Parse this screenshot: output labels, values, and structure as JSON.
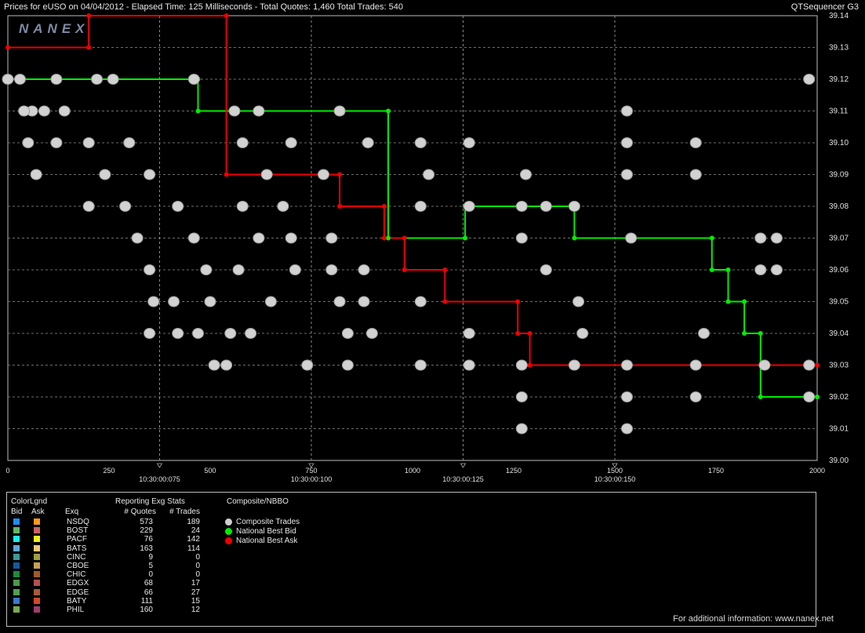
{
  "header": {
    "title": "Prices for  eUSO  on  04/04/2012  -  Elapsed Time: 125 Milliseconds  -  Total Quotes: 1,460  Total Trades: 540",
    "app_name": "QTSequencer G3"
  },
  "watermark": "NANEX",
  "chart_data": {
    "type": "line",
    "title": "",
    "xlabel": "",
    "ylabel": "",
    "xlim": [
      0,
      2000
    ],
    "ylim": [
      39.0,
      39.14
    ],
    "x_ticks": [
      0,
      250,
      500,
      750,
      1000,
      1250,
      1500,
      1750,
      2000
    ],
    "x_tick_labels": [
      "0",
      "250",
      "500",
      "750",
      "1000",
      "1250",
      "1500",
      "1750",
      "2000"
    ],
    "time_ticks": [
      {
        "x": 375,
        "label": "10:30:00:075"
      },
      {
        "x": 750,
        "label": "10:30:00:100"
      },
      {
        "x": 1125,
        "label": "10:30:00:125"
      },
      {
        "x": 1500,
        "label": "10:30:00:150"
      }
    ],
    "y_ticks": [
      39.0,
      39.01,
      39.02,
      39.03,
      39.04,
      39.05,
      39.06,
      39.07,
      39.08,
      39.09,
      39.1,
      39.11,
      39.12,
      39.13,
      39.14
    ],
    "y_tick_labels": [
      "39.00",
      "39.01",
      "39.02",
      "39.03",
      "39.04",
      "39.05",
      "39.06",
      "39.07",
      "39.08",
      "39.09",
      "39.10",
      "39.11",
      "39.12",
      "39.13",
      "39.14"
    ],
    "grid": true,
    "series": [
      {
        "name": "National Best Bid",
        "color": "#00ee00",
        "points": [
          [
            0,
            39.12
          ],
          [
            470,
            39.12
          ],
          [
            470,
            39.11
          ],
          [
            940,
            39.11
          ],
          [
            940,
            39.07
          ],
          [
            1130,
            39.07
          ],
          [
            1130,
            39.08
          ],
          [
            1400,
            39.08
          ],
          [
            1400,
            39.07
          ],
          [
            1740,
            39.07
          ],
          [
            1740,
            39.06
          ],
          [
            1780,
            39.06
          ],
          [
            1780,
            39.05
          ],
          [
            1820,
            39.05
          ],
          [
            1820,
            39.04
          ],
          [
            1860,
            39.04
          ],
          [
            1860,
            39.02
          ],
          [
            2000,
            39.02
          ]
        ]
      },
      {
        "name": "National Best Ask",
        "color": "#ee0000",
        "points": [
          [
            0,
            39.13
          ],
          [
            200,
            39.13
          ],
          [
            200,
            39.14
          ],
          [
            540,
            39.14
          ],
          [
            540,
            39.09
          ],
          [
            820,
            39.09
          ],
          [
            820,
            39.08
          ],
          [
            930,
            39.08
          ],
          [
            930,
            39.07
          ],
          [
            980,
            39.07
          ],
          [
            980,
            39.06
          ],
          [
            1080,
            39.06
          ],
          [
            1080,
            39.05
          ],
          [
            1260,
            39.05
          ],
          [
            1260,
            39.04
          ],
          [
            1290,
            39.04
          ],
          [
            1290,
            39.03
          ],
          [
            2000,
            39.03
          ]
        ]
      }
    ],
    "composite_trades": [
      [
        0,
        39.12
      ],
      [
        30,
        39.12
      ],
      [
        60,
        39.11
      ],
      [
        120,
        39.12
      ],
      [
        220,
        39.12
      ],
      [
        260,
        39.12
      ],
      [
        460,
        39.12
      ],
      [
        1980,
        39.12
      ],
      [
        40,
        39.11
      ],
      [
        90,
        39.11
      ],
      [
        140,
        39.11
      ],
      [
        560,
        39.11
      ],
      [
        620,
        39.11
      ],
      [
        820,
        39.11
      ],
      [
        1530,
        39.11
      ],
      [
        50,
        39.1
      ],
      [
        120,
        39.1
      ],
      [
        200,
        39.1
      ],
      [
        300,
        39.1
      ],
      [
        580,
        39.1
      ],
      [
        700,
        39.1
      ],
      [
        890,
        39.1
      ],
      [
        1020,
        39.1
      ],
      [
        1140,
        39.1
      ],
      [
        1530,
        39.1
      ],
      [
        1700,
        39.1
      ],
      [
        70,
        39.09
      ],
      [
        240,
        39.09
      ],
      [
        350,
        39.09
      ],
      [
        640,
        39.09
      ],
      [
        780,
        39.09
      ],
      [
        1040,
        39.09
      ],
      [
        1280,
        39.09
      ],
      [
        1530,
        39.09
      ],
      [
        1700,
        39.09
      ],
      [
        200,
        39.08
      ],
      [
        290,
        39.08
      ],
      [
        420,
        39.08
      ],
      [
        580,
        39.08
      ],
      [
        680,
        39.08
      ],
      [
        1020,
        39.08
      ],
      [
        1140,
        39.08
      ],
      [
        1270,
        39.08
      ],
      [
        1330,
        39.08
      ],
      [
        1400,
        39.08
      ],
      [
        320,
        39.07
      ],
      [
        460,
        39.07
      ],
      [
        620,
        39.07
      ],
      [
        700,
        39.07
      ],
      [
        800,
        39.07
      ],
      [
        1270,
        39.07
      ],
      [
        1540,
        39.07
      ],
      [
        1860,
        39.07
      ],
      [
        1900,
        39.07
      ],
      [
        350,
        39.06
      ],
      [
        490,
        39.06
      ],
      [
        570,
        39.06
      ],
      [
        710,
        39.06
      ],
      [
        800,
        39.06
      ],
      [
        880,
        39.06
      ],
      [
        1330,
        39.06
      ],
      [
        1860,
        39.06
      ],
      [
        1900,
        39.06
      ],
      [
        360,
        39.05
      ],
      [
        410,
        39.05
      ],
      [
        500,
        39.05
      ],
      [
        650,
        39.05
      ],
      [
        820,
        39.05
      ],
      [
        880,
        39.05
      ],
      [
        1020,
        39.05
      ],
      [
        1410,
        39.05
      ],
      [
        350,
        39.04
      ],
      [
        420,
        39.04
      ],
      [
        470,
        39.04
      ],
      [
        550,
        39.04
      ],
      [
        600,
        39.04
      ],
      [
        840,
        39.04
      ],
      [
        900,
        39.04
      ],
      [
        1140,
        39.04
      ],
      [
        1420,
        39.04
      ],
      [
        1720,
        39.04
      ],
      [
        510,
        39.03
      ],
      [
        540,
        39.03
      ],
      [
        740,
        39.03
      ],
      [
        840,
        39.03
      ],
      [
        1020,
        39.03
      ],
      [
        1140,
        39.03
      ],
      [
        1270,
        39.03
      ],
      [
        1400,
        39.03
      ],
      [
        1530,
        39.03
      ],
      [
        1700,
        39.03
      ],
      [
        1870,
        39.03
      ],
      [
        1980,
        39.03
      ],
      [
        1270,
        39.02
      ],
      [
        1530,
        39.02
      ],
      [
        1700,
        39.02
      ],
      [
        1980,
        39.02
      ],
      [
        1270,
        39.01
      ],
      [
        1530,
        39.01
      ]
    ]
  },
  "legend": {
    "color_legend_label": "ColorLgnd",
    "bid_label": "Bid",
    "ask_label": "Ask",
    "exq_label": "Exq",
    "stats_title": "Reporting Exg Stats",
    "quotes_header": "# Quotes",
    "trades_header": "# Trades",
    "composite_title": "Composite/NBBO",
    "exchanges": [
      {
        "name": "NSDQ",
        "quotes": "573",
        "trades": "189",
        "bid_color": "#1e8ff0",
        "ask_color": "#ff9a1a"
      },
      {
        "name": "BOST",
        "quotes": "229",
        "trades": "24",
        "bid_color": "#5fb86a",
        "ask_color": "#c86464"
      },
      {
        "name": "PACF",
        "quotes": "76",
        "trades": "142",
        "bid_color": "#19f0f0",
        "ask_color": "#f0f019"
      },
      {
        "name": "BATS",
        "quotes": "163",
        "trades": "114",
        "bid_color": "#5fa8d8",
        "ask_color": "#f0c878"
      },
      {
        "name": "CINC",
        "quotes": "9",
        "trades": "0",
        "bid_color": "#3c9a9a",
        "ask_color": "#a0a040"
      },
      {
        "name": "CBOE",
        "quotes": "5",
        "trades": "0",
        "bid_color": "#145aa0",
        "ask_color": "#c8a050"
      },
      {
        "name": "CHIC",
        "quotes": "0",
        "trades": "0",
        "bid_color": "#1e8c3c",
        "ask_color": "#a05a28"
      },
      {
        "name": "EDGX",
        "quotes": "68",
        "trades": "17",
        "bid_color": "#4a9a4a",
        "ask_color": "#b45050"
      },
      {
        "name": "EDGE",
        "quotes": "66",
        "trades": "27",
        "bid_color": "#50a050",
        "ask_color": "#a85a3c"
      },
      {
        "name": "BATY",
        "quotes": "111",
        "trades": "15",
        "bid_color": "#3c78c8",
        "ask_color": "#d24a28"
      },
      {
        "name": "PHIL",
        "quotes": "160",
        "trades": "12",
        "bid_color": "#78aa50",
        "ask_color": "#a03c6e"
      }
    ],
    "composite_items": [
      {
        "label": "Composite Trades",
        "color": "#d0d0d0"
      },
      {
        "label": "National Best Bid",
        "color": "#00ee00"
      },
      {
        "label": "National Best Ask",
        "color": "#ee0000"
      }
    ]
  },
  "footer": "For additional information: www.nanex.net"
}
